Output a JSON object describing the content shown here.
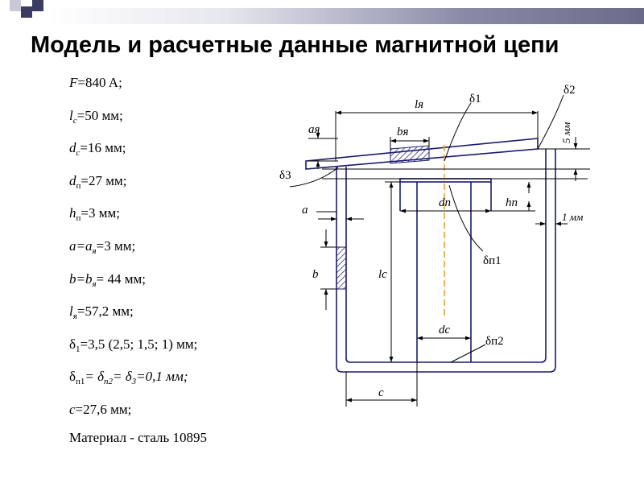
{
  "title": "Модель и расчетные данные магнитной цепи",
  "params": [
    {
      "sym": "F",
      "sub": "",
      "rest": "=840 A;"
    },
    {
      "sym": "l",
      "sub": "c",
      "rest": "=50 мм;"
    },
    {
      "sym": "d",
      "sub": "c",
      "rest": "=16 мм;"
    },
    {
      "sym": "d",
      "sub": "п",
      "rest": "=27 мм;"
    },
    {
      "sym": "h",
      "sub": "п",
      "rest": "=3 мм;"
    },
    {
      "sym": "",
      "sub": "",
      "rest": "a=a",
      "sub2": "я",
      "rest2": "=3 мм;"
    },
    {
      "sym": "",
      "sub": "",
      "rest": "b=b",
      "sub2": "я",
      "rest2": "= 44 мм;"
    },
    {
      "sym": "l",
      "sub": "я",
      "rest": "=57,2 мм;"
    },
    {
      "sym": "δ",
      "sub": "1",
      "rest": "=3,5 (2,5; 1,5; 1) мм;"
    },
    {
      "sym": "δ",
      "sub": "п1",
      "rest": "= δ",
      "sub2": "п2",
      "rest2": "= δ",
      "sub3": "3",
      "rest3": "=0,1  мм;"
    },
    {
      "sym": "c",
      "sub": "",
      "rest": "=27,6 мм;"
    }
  ],
  "material": "Материал - сталь 10895",
  "labels": {
    "l_ya": "lя",
    "delta1": "δ1",
    "delta2": "δ2",
    "a_ya": "aя",
    "b_ya": "bя",
    "five_mm": "5 мм",
    "delta3": "δ3",
    "d_p": "dп",
    "h_p": "hп",
    "one_mm": "1 мм",
    "a": "a",
    "b": "b",
    "l_c": "lc",
    "delta_p1": "δп1",
    "d_c": "dc",
    "delta_p2": "δп2",
    "c": "c"
  },
  "colors": {
    "drawing": "#1a1a6e",
    "deco_dark": "#3b3b66",
    "deco_light": "#c8c8d8",
    "axis": "#e8a33c"
  }
}
